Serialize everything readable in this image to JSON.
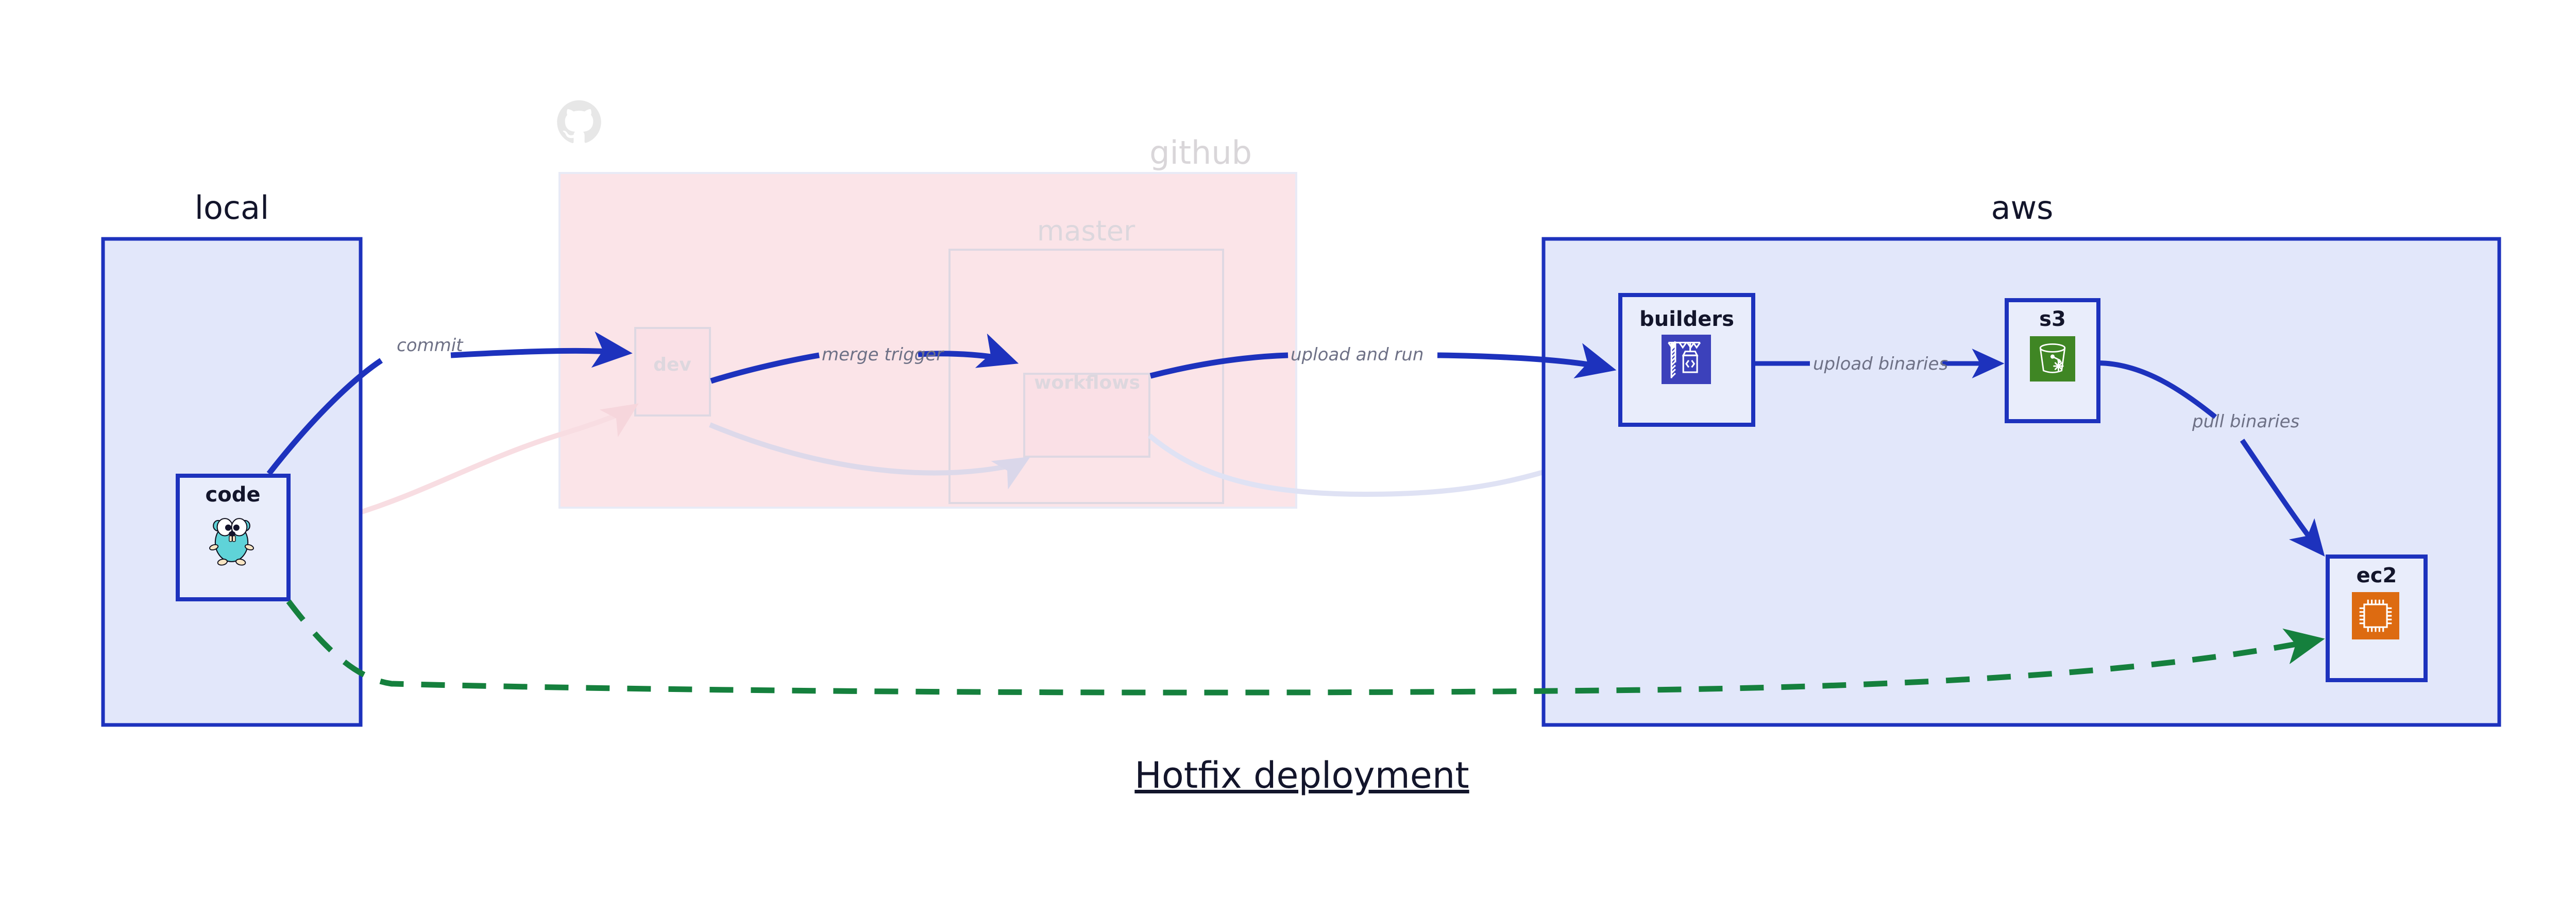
{
  "diagram": {
    "title": "Hotfix deployment",
    "groups": [
      {
        "id": "local",
        "label": "local",
        "state": "active",
        "fill": "#e2e7fa",
        "stroke": "#1d32bd"
      },
      {
        "id": "github",
        "label": "github",
        "state": "faded",
        "fill": "#fbe4e8",
        "stroke": "#e8eaf6",
        "logo": "github-octocat-icon"
      },
      {
        "id": "master",
        "label": "master",
        "state": "faded",
        "fill": "transparent",
        "stroke": "#ded8e2"
      },
      {
        "id": "aws",
        "label": "aws",
        "state": "active",
        "fill": "#e2e7fa",
        "stroke": "#1d32bd"
      }
    ],
    "nodes": [
      {
        "id": "code",
        "label": "code",
        "group": "local",
        "state": "active",
        "icon": "go-gopher-icon",
        "fill": "#e9edfb",
        "stroke": "#1d32bd"
      },
      {
        "id": "dev",
        "label": "dev",
        "group": "github",
        "state": "faded",
        "icon": "none",
        "fill": "#fae0e6",
        "stroke": "#ded8e2"
      },
      {
        "id": "workflows",
        "label": "workflows",
        "group": "master",
        "state": "faded",
        "icon": "none",
        "fill": "#fae0e6",
        "stroke": "#ded8e2"
      },
      {
        "id": "builders",
        "label": "builders",
        "group": "aws",
        "state": "active",
        "icon": "aws-codebuild-crane-icon",
        "icon_color": "#3c41bb",
        "fill": "#e9edfb",
        "stroke": "#1d32bd"
      },
      {
        "id": "s3",
        "label": "s3",
        "group": "aws",
        "state": "active",
        "icon": "aws-s3-bucket-icon",
        "icon_color": "#3f8624",
        "fill": "#e9edfb",
        "stroke": "#1d32bd"
      },
      {
        "id": "ec2",
        "label": "ec2",
        "group": "aws",
        "state": "active",
        "icon": "aws-ec2-chip-icon",
        "icon_color": "#dd6b11",
        "fill": "#e9edfb",
        "stroke": "#1d32bd"
      }
    ],
    "edges": [
      {
        "id": "commit",
        "label": "commit",
        "from": "code",
        "to": "dev",
        "style": "solid",
        "color": "#1d32bd",
        "state": "active"
      },
      {
        "id": "merge-trigger",
        "label": "merge trigger",
        "from": "dev",
        "to": "workflows",
        "style": "solid",
        "color": "#1d32bd",
        "state": "active"
      },
      {
        "id": "upload-and-run",
        "label": "upload and run",
        "from": "workflows",
        "to": "builders",
        "style": "solid",
        "color": "#1d32bd",
        "state": "active"
      },
      {
        "id": "upload-binaries",
        "label": "upload binaries",
        "from": "builders",
        "to": "s3",
        "style": "solid",
        "color": "#1d32bd",
        "state": "active"
      },
      {
        "id": "pull-binaries",
        "label": "pull binaries",
        "from": "s3",
        "to": "ec2",
        "style": "solid",
        "color": "#1d32bd",
        "state": "active"
      },
      {
        "id": "hotfix-path",
        "label": "",
        "from": "code",
        "to": "ec2",
        "style": "dashed",
        "color": "#15803d",
        "state": "active"
      },
      {
        "id": "faded-code-dev",
        "label": "",
        "from": "code",
        "to": "dev",
        "style": "solid",
        "color": "#f8dde2",
        "state": "faded"
      },
      {
        "id": "faded-dev-wf",
        "label": "",
        "from": "dev",
        "to": "workflows",
        "style": "solid",
        "color": "#ddd9ea",
        "state": "faded"
      },
      {
        "id": "faded-wf-build",
        "label": "",
        "from": "workflows",
        "to": "builders",
        "style": "solid",
        "color": "#dfe2f4",
        "state": "faded"
      }
    ],
    "colors": {
      "primary_blue": "#1d32bd",
      "container_blue_fill": "#e2e7fa",
      "github_pink_fill": "#fbe4e8",
      "green_dashed": "#15803d",
      "label_gray": "#6e7186",
      "faded_gray": "#ddd7de",
      "text_dark": "#13152b"
    }
  }
}
